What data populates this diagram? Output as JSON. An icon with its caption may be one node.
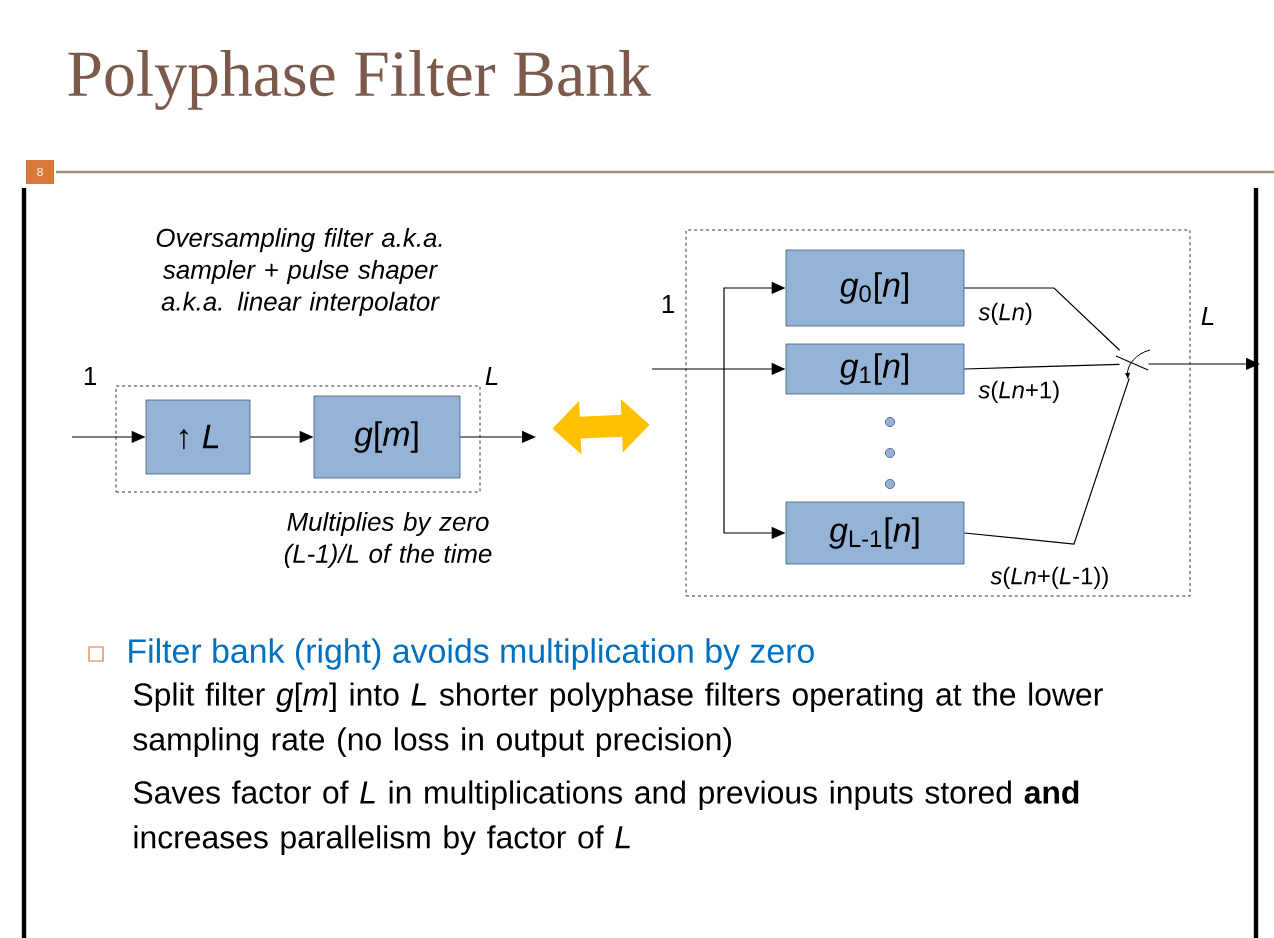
{
  "diagram": {
    "title": "Polyphase Filter Bank",
    "nodes": [
      {
        "text": [],
        "shape": "box",
        "beside": [
          "*Oversampling filter a.k.a. sampler + pulse shaper a.k.a. linear interpolator*",
          "*Multiplies by zero (L-1)/L of the time*"
        ]
      },
      {
        "text": [
          "↑ *L*"
        ],
        "in": 0
      },
      {
        "text": [
          "*g*[*m*]"
        ],
        "in": 0
      },
      {
        "text": [],
        "shape": "box"
      },
      {
        "text": [
          "*g*$_{0}$[*n*]"
        ],
        "in": 3
      },
      {
        "text": [
          "*g*$_{1}$[*n*]"
        ],
        "in": 3
      },
      {
        "text": [
          "*g*$_{L-1}$[*n*]"
        ],
        "in": 3
      },
      {
        "text": [],
        "shape": "switch",
        "in": 3
      }
    ],
    "edges": [
      {
        "from": null,
        "to": 1,
        "arrow": "to"
      },
      {
        "from": 1,
        "to": 2,
        "arrow": "to"
      },
      {
        "from": 2,
        "to": null,
        "arrow": "to"
      },
      {
        "from": 0,
        "to": 3,
        "arrow": "both",
        "style": "thick",
        "color": "#ffc000"
      },
      {
        "from": null,
        "to": 4,
        "arrow": "to"
      },
      {
        "from": null,
        "to": 5,
        "arrow": "to"
      },
      {
        "from": null,
        "to": 6,
        "arrow": "to"
      },
      {
        "from": 4,
        "to": 7,
        "arrow": "none",
        "label": "*s*(*Ln*)"
      },
      {
        "from": 5,
        "to": 7,
        "arrow": "none",
        "label": "*s*(*Ln*+1)"
      },
      {
        "from": 6,
        "to": 7,
        "arrow": "none",
        "label": "*s*(*Ln*+(*L*-1))"
      },
      {
        "from": 7,
        "to": null,
        "arrow": "to"
      }
    ],
    "labels": [
      "8",
      "1",
      "L",
      "1",
      "L",
      "Filter bank (right) avoids multiplication by zero",
      "Split filter *g*[*m*] into *L* shorter polyphase filters operating at the lower sampling rate (no loss in output precision)",
      "Saves factor of *L* in multiplications and previous inputs stored **and** increases parallelism by factor of *L*"
    ]
  }
}
